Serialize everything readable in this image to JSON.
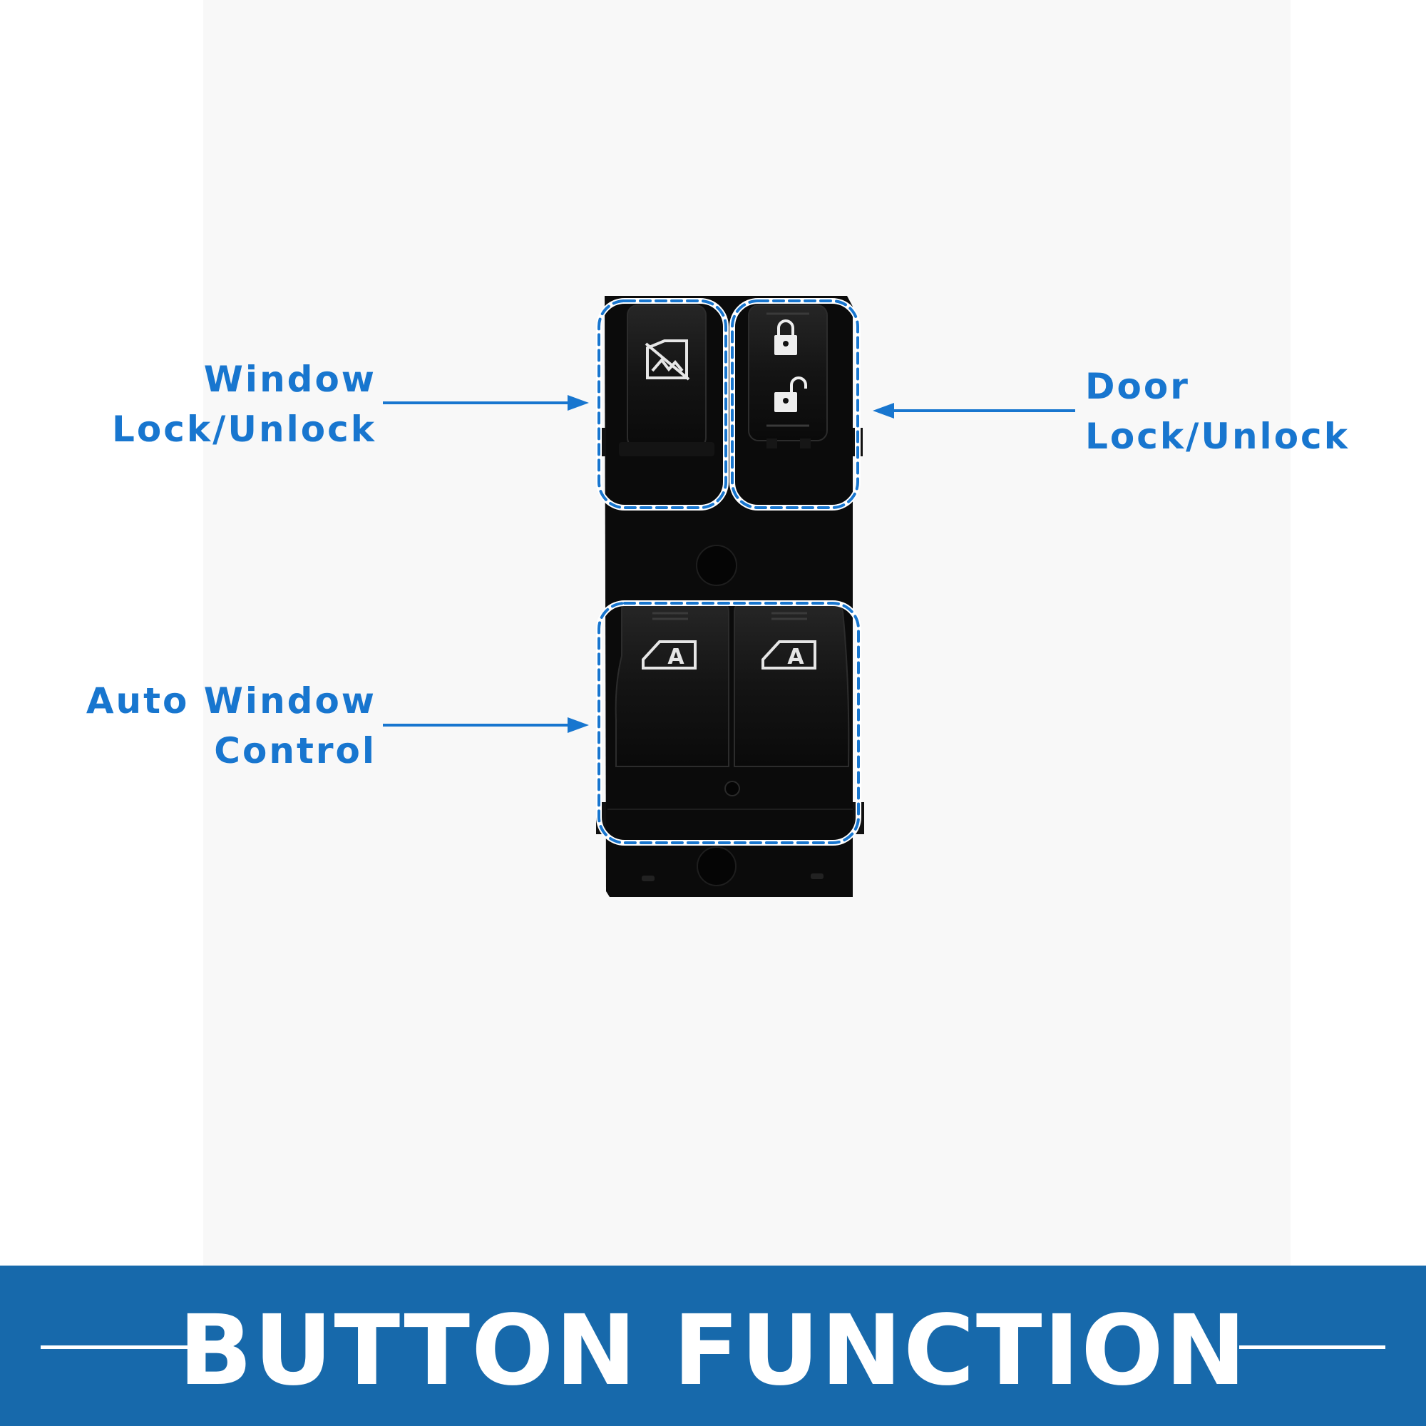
{
  "labels": {
    "window_lock": [
      "Window",
      "Lock/Unlock"
    ],
    "door_lock": [
      "Door",
      "Lock/Unlock"
    ],
    "auto_window": [
      "Auto Window",
      "Control"
    ]
  },
  "banner": {
    "title": "BUTTON FUNCTION"
  },
  "switch_markings": {
    "auto_button_letter": "A"
  },
  "icons": [
    "window-lock-icon",
    "lock-closed-icon",
    "lock-open-icon",
    "auto-window-icon"
  ],
  "colors": {
    "accent": "#1876cf",
    "banner": "#1769ab",
    "panel": "#0b0b0b",
    "highlight_dash": "#1876cf"
  }
}
